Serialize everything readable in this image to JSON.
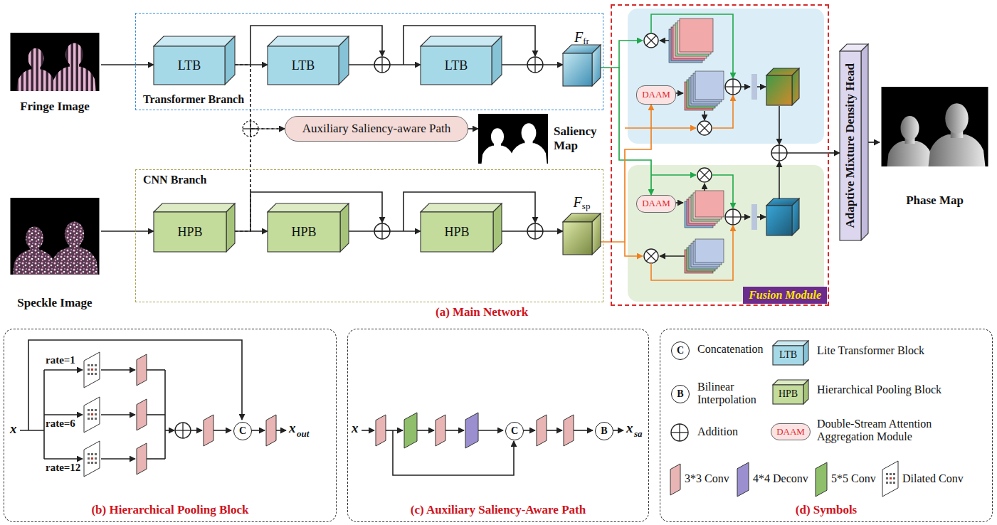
{
  "diagram": {
    "nodes": [
      {
        "text": [
          "Fringe Image"
        ]
      },
      {
        "text": [
          "Transformer Branch"
        ]
      },
      {
        "text": [
          "LTB"
        ],
        "in": 1
      },
      {
        "text": [
          "LTB"
        ],
        "in": 1
      },
      {
        "text": [
          "LTB"
        ],
        "in": 1
      },
      {
        "text": [
          "F",
          "fr"
        ],
        "in": 1
      },
      {
        "text": [
          "Auxiliary Saliency-aware Path"
        ]
      },
      {
        "text": [
          "Saliency Map"
        ]
      },
      {
        "text": [
          "Speckle Image"
        ]
      },
      {
        "text": [
          "CNN Branch"
        ]
      },
      {
        "text": [
          "HPB"
        ],
        "in": 9
      },
      {
        "text": [
          "HPB"
        ],
        "in": 9
      },
      {
        "text": [
          "HPB"
        ],
        "in": 9
      },
      {
        "text": [
          "F",
          "sp"
        ],
        "in": 9
      },
      {
        "text": [
          "Fusion Module"
        ]
      },
      {
        "text": [
          "DAAM"
        ],
        "in": 14
      },
      {
        "text": [
          "DAAM"
        ],
        "in": 14
      },
      {
        "text": [
          "Adaptive Mixture Density Head"
        ]
      },
      {
        "text": [
          "Phase Map"
        ]
      },
      {
        "text": [
          "(b) Hierarchical Pooling Block"
        ]
      },
      {
        "text": [
          "C"
        ],
        "in": 19
      },
      {
        "text": [
          "(c) Auxiliary Saliency-Aware Path"
        ]
      },
      {
        "text": [
          "C"
        ],
        "in": 21
      },
      {
        "text": [
          "B"
        ],
        "in": 21
      },
      {
        "text": [
          "(d) Symbols"
        ]
      },
      {
        "text": [
          "C"
        ],
        "in": 24
      },
      {
        "text": [
          "B"
        ],
        "in": 24
      },
      {
        "text": [
          "LTB"
        ],
        "in": 24
      },
      {
        "text": [
          "HPB"
        ],
        "in": 24
      },
      {
        "text": [
          "DAAM"
        ],
        "in": 24
      }
    ],
    "edges": [
      {
        "from": 0,
        "to": 2,
        "arrow": "to"
      },
      {
        "from": 2,
        "to": 3,
        "arrow": "to"
      },
      {
        "from": 3,
        "to": 4,
        "arrow": "to"
      },
      {
        "from": 4,
        "to": 5,
        "arrow": "to"
      },
      {
        "from": 8,
        "to": 10,
        "arrow": "to"
      },
      {
        "from": 10,
        "to": 11,
        "arrow": "to"
      },
      {
        "from": 11,
        "to": 12,
        "arrow": "to"
      },
      {
        "from": 12,
        "to": 13,
        "arrow": "to"
      },
      {
        "from": 2,
        "to": 6,
        "arrow": "to"
      },
      {
        "from": 10,
        "to": 6,
        "arrow": "to"
      },
      {
        "from": 6,
        "to": 7,
        "arrow": "to"
      },
      {
        "from": 5,
        "to": 16,
        "arrow": "to"
      },
      {
        "from": 13,
        "to": 15,
        "arrow": "to"
      },
      {
        "from": 14,
        "to": 17,
        "arrow": "to"
      },
      {
        "from": 17,
        "to": 18,
        "arrow": "to"
      }
    ],
    "labels": [
      "(a) Main Network",
      "x",
      "rate=1",
      "rate=6",
      "rate=12",
      "x",
      "out",
      "x",
      "x",
      "sa"
    ],
    "legend": [
      {
        "text": "Concatenation"
      },
      {
        "text": "Bilinear Interpolation"
      },
      {
        "text": "Addition"
      },
      {
        "text": "Lite Transformer Block"
      },
      {
        "text": "Hierarchical Pooling Block"
      },
      {
        "text": "Double-Stream Attention Aggregation Module"
      },
      {
        "text": "3*3 Conv"
      },
      {
        "text": "4*4 Deconv"
      },
      {
        "text": "5*5 Conv"
      },
      {
        "text": "Dilated Conv"
      }
    ]
  }
}
